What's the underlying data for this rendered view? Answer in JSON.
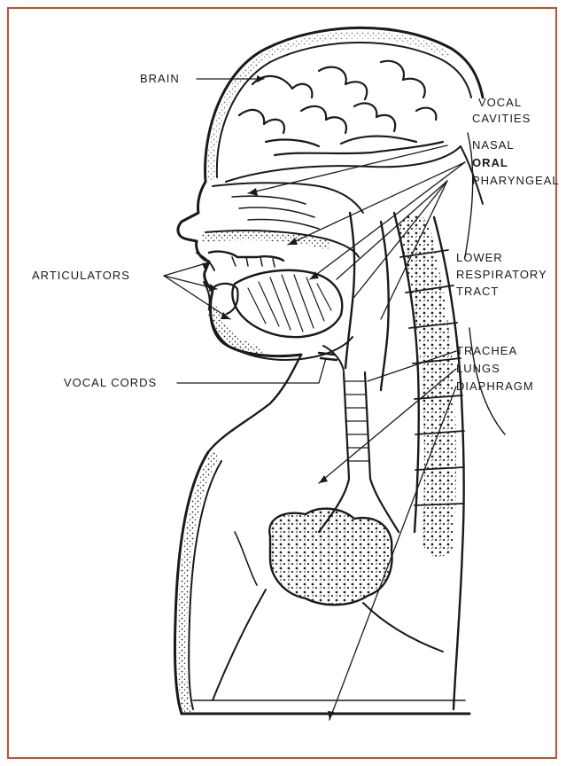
{
  "labels": {
    "brain": "BRAIN",
    "vocal_cavities_1": "VOCAL",
    "vocal_cavities_2": "CAVITIES",
    "nasal": "NASAL",
    "oral": "ORAL",
    "pharyngeal": "PHARYNGEAL",
    "articulators": "ARTICULATORS",
    "lower_resp_1": "LOWER",
    "lower_resp_2": "RESPIRATORY",
    "lower_resp_3": "TRACT",
    "trachea": "TRACHEA",
    "lungs": "LUNGS",
    "diaphragm": "DIAPHRAGM",
    "vocal_cords": "VOCAL CORDS"
  },
  "colors": {
    "frame": "#c0522e",
    "ink": "#1a1a1a"
  }
}
